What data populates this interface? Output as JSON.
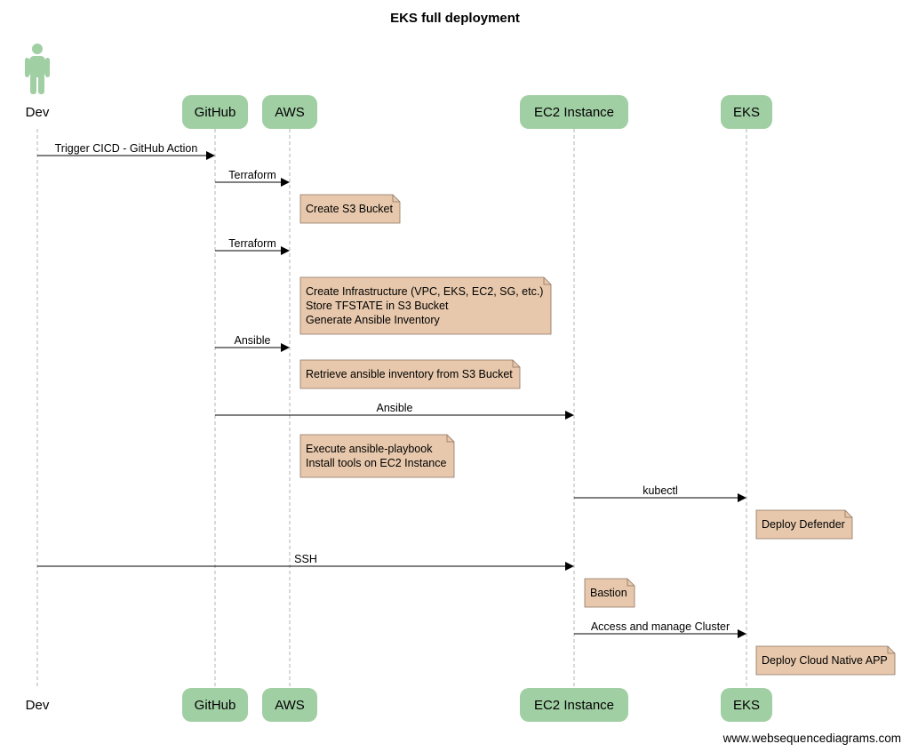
{
  "title": "EKS full deployment",
  "footer": "www.websequencediagrams.com",
  "colors": {
    "participant_fill": "#a1cfa4",
    "note_fill": "#e7c8ac",
    "note_border": "#8e7461",
    "lifeline": "#b3b3b3",
    "actor_figure": "#a1cfa4",
    "line": "#000000"
  },
  "actor_icon": "person-icon",
  "participants": [
    {
      "id": "dev",
      "label": "Dev",
      "kind": "actor"
    },
    {
      "id": "github",
      "label": "GitHub",
      "kind": "participant"
    },
    {
      "id": "aws",
      "label": "AWS",
      "kind": "participant"
    },
    {
      "id": "ec2",
      "label": "EC2 Instance",
      "kind": "participant"
    },
    {
      "id": "eks",
      "label": "EKS",
      "kind": "participant"
    }
  ],
  "steps": [
    {
      "type": "message",
      "from": "dev",
      "to": "github",
      "label": "Trigger CICD - GitHub Action"
    },
    {
      "type": "message",
      "from": "github",
      "to": "aws",
      "label": "Terraform"
    },
    {
      "type": "note",
      "over": "aws",
      "lines": [
        "Create S3 Bucket"
      ]
    },
    {
      "type": "message",
      "from": "github",
      "to": "aws",
      "label": "Terraform"
    },
    {
      "type": "note",
      "over": "aws",
      "lines": [
        "Create Infrastructure (VPC, EKS, EC2, SG, etc.)",
        "Store TFSTATE in S3 Bucket",
        "Generate Ansible Inventory"
      ]
    },
    {
      "type": "message",
      "from": "github",
      "to": "aws",
      "label": "Ansible"
    },
    {
      "type": "note",
      "over": "aws",
      "lines": [
        "Retrieve ansible inventory from S3 Bucket"
      ]
    },
    {
      "type": "message",
      "from": "github",
      "to": "ec2",
      "label": "Ansible"
    },
    {
      "type": "note",
      "over": "aws",
      "lines": [
        "Execute ansible-playbook",
        "Install tools on EC2 Instance"
      ]
    },
    {
      "type": "message",
      "from": "ec2",
      "to": "eks",
      "label": "kubectl"
    },
    {
      "type": "note",
      "over": "eks",
      "lines": [
        "Deploy Defender"
      ]
    },
    {
      "type": "message",
      "from": "dev",
      "to": "ec2",
      "label": "SSH"
    },
    {
      "type": "note",
      "over": "ec2",
      "lines": [
        "Bastion"
      ]
    },
    {
      "type": "message",
      "from": "ec2",
      "to": "eks",
      "label": "Access and manage Cluster"
    },
    {
      "type": "note",
      "over": "eks",
      "lines": [
        "Deploy Cloud Native APP"
      ]
    }
  ]
}
